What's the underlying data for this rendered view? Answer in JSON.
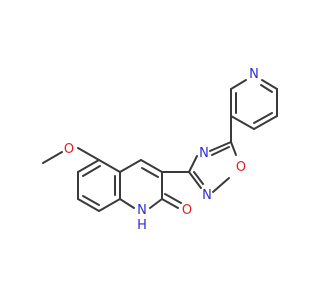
{
  "molecule": {
    "atoms": {
      "pyridine_n": "N",
      "oxadiazole_n4": "N",
      "oxadiazole_n2": "N",
      "oxadiazole_o1": "O",
      "methoxy_o": "O",
      "quinolinone_nh": "H",
      "quinolinone_n": "N",
      "carbonyl_o": "O"
    },
    "colors": {
      "bond": "#3a3a3a",
      "nitrogen": "#2b2bd6",
      "oxygen": "#e02020",
      "background": "#ffffff"
    }
  }
}
